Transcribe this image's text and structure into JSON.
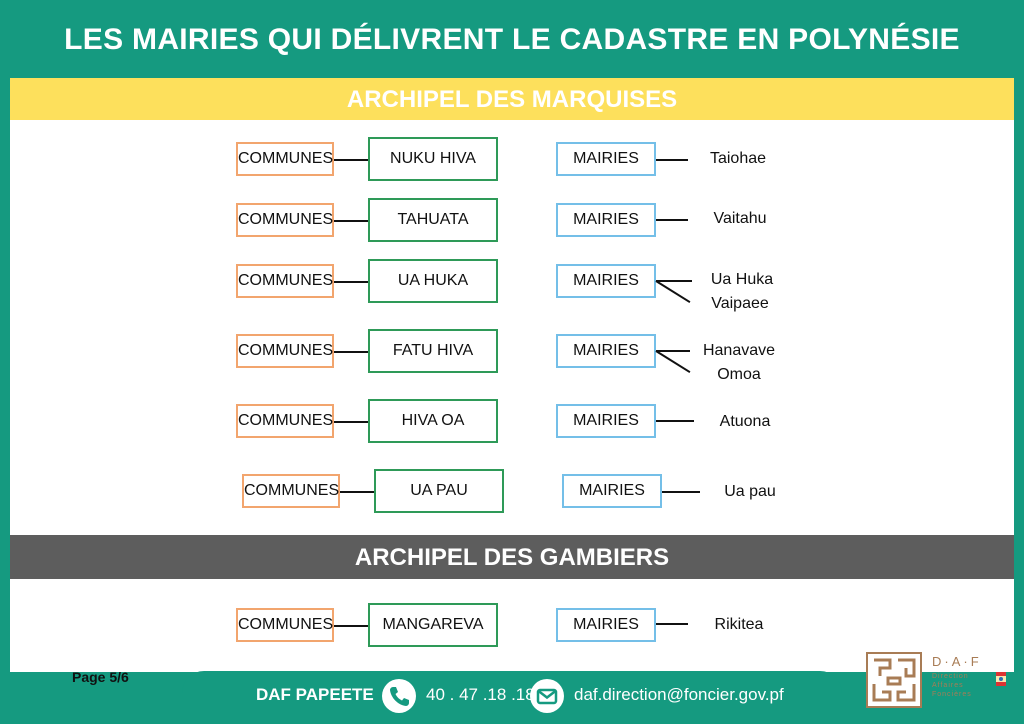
{
  "title": "LES MAIRIES QUI DÉLIVRENT LE CADASTRE EN POLYNÉSIE FRANÇAISE",
  "sections": [
    {
      "heading": "ARCHIPEL DES MARQUISES",
      "rows": [
        {
          "communes_label": "COMMUNES",
          "commune": "NUKU HIVA",
          "mairies_label": "MAIRIES",
          "mairies": [
            "Taiohae"
          ]
        },
        {
          "communes_label": "COMMUNES",
          "commune": "TAHUATA",
          "mairies_label": "MAIRIES",
          "mairies": [
            "Vaitahu"
          ]
        },
        {
          "communes_label": "COMMUNES",
          "commune": "UA HUKA",
          "mairies_label": "MAIRIES",
          "mairies": [
            "Ua Huka",
            "Vaipaee"
          ]
        },
        {
          "communes_label": "COMMUNES",
          "commune": "FATU HIVA",
          "mairies_label": "MAIRIES",
          "mairies": [
            "Hanavave",
            "Omoa"
          ]
        },
        {
          "communes_label": "COMMUNES",
          "commune": "HIVA OA",
          "mairies_label": "MAIRIES",
          "mairies": [
            "Atuona"
          ]
        },
        {
          "communes_label": "COMMUNES",
          "commune": "UA PAU",
          "mairies_label": "MAIRIES",
          "mairies": [
            "Ua pau"
          ]
        }
      ]
    },
    {
      "heading": "ARCHIPEL DES GAMBIERS",
      "rows": [
        {
          "communes_label": "COMMUNES",
          "commune": "MANGAREVA",
          "mairies_label": "MAIRIES",
          "mairies": [
            "Rikitea"
          ]
        }
      ]
    }
  ],
  "page": "Page 5/6",
  "footer": {
    "org": "DAF PAPEETE",
    "phone_icon": "phone-icon",
    "phone": "40 . 47 .18 .18",
    "mail_icon": "mail-icon",
    "email": "daf.direction@foncier.gov.pf"
  },
  "logo": {
    "acronym": "D·A·F",
    "line1": "Direction",
    "line2": "Affaires",
    "line3": "Foncières"
  },
  "colors": {
    "teal": "#159a80",
    "yellow": "#fde05c",
    "grey": "#5d5d5d",
    "orange": "#f2a56e",
    "green": "#2e9a58",
    "blue": "#74bfe8",
    "brown": "#a87c55"
  }
}
